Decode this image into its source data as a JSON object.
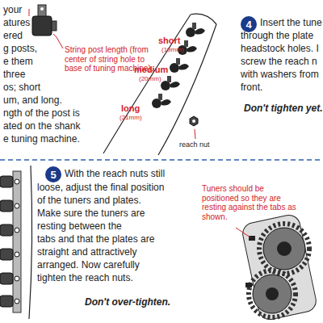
{
  "diagram": {
    "nodes": [
      {
        "text": [
          "4"
        ]
      },
      {
        "text": [
          "5"
        ]
      }
    ],
    "labels": [
      "your",
      "atures",
      "ered",
      "g posts,",
      "e them",
      "three",
      "os; short",
      "um, and long.",
      "ngth of the post is",
      "ated on the shank",
      "e tuning machine.",
      "String post length (from center of string hole to base of tuning machine).",
      "short",
      "(19mm)",
      "medium",
      "(20mm)",
      "long",
      "(21mm)",
      "reach nut",
      "Insert the tune",
      "through the plate",
      "headstock holes. I",
      "screw the reach n",
      "with washers from",
      "front.",
      "Don't tighten yet.",
      "With the reach nuts still",
      "loose, adjust the final position",
      "of the tuners and plates.",
      "Make sure the tuners are",
      "resting between the",
      "tabs and that the plates are",
      "straight and attractively",
      "arranged. Now carefully",
      "tighten the reach nuts.",
      "Don't over-tighten.",
      "Tuners should be positioned so they are resting against the tabs as shown."
    ]
  }
}
